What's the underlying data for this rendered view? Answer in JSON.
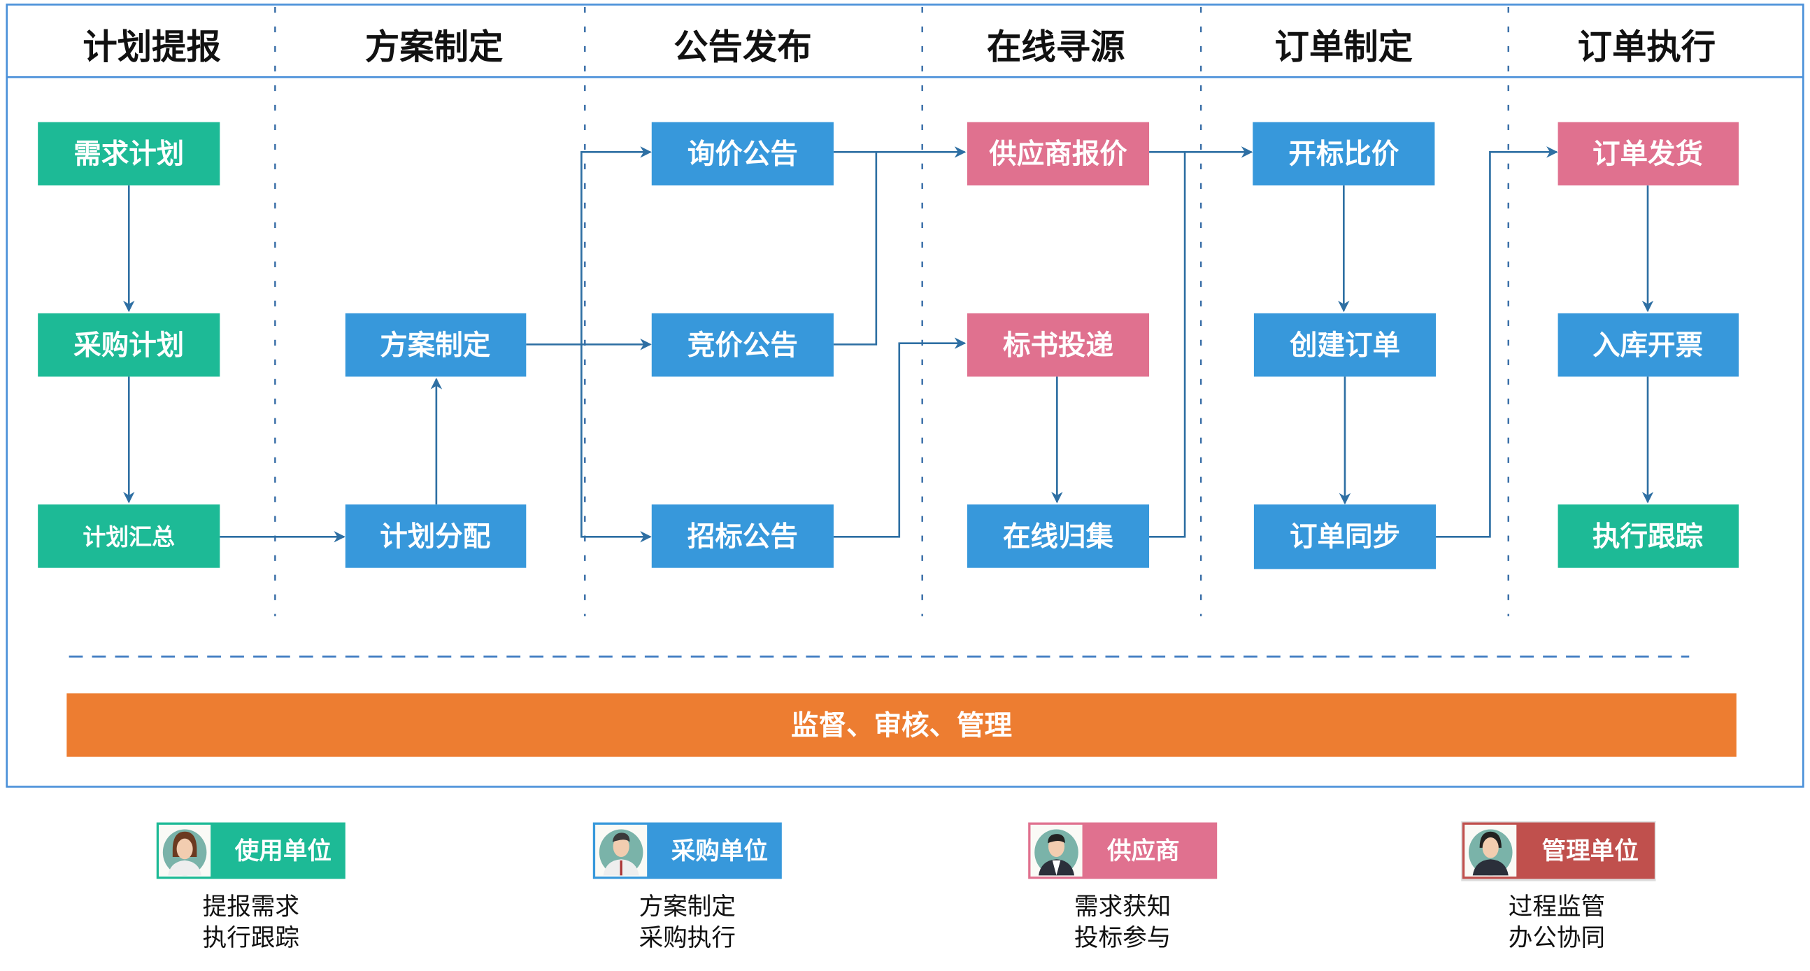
{
  "colors": {
    "green": "#1dba96",
    "blue": "#3798db",
    "pink": "#e0718f",
    "orange": "#ed7d31",
    "manager": "#c0504d",
    "arrow": "#2e6fa3",
    "border": "#4a90d9"
  },
  "columns": [
    "计划提报",
    "方案制定",
    "公告发布",
    "在线寻源",
    "订单制定",
    "订单执行"
  ],
  "nodes": {
    "xuqiu": "需求计划",
    "caigou": "采购计划",
    "huizong": "计划汇总",
    "fangan": "方案制定",
    "fenpei": "计划分配",
    "xunjia": "询价公告",
    "jingjia": "竞价公告",
    "zhaobiao": "招标公告",
    "baojia": "供应商报价",
    "toudi": "标书投递",
    "guiji": "在线归集",
    "kaibiao": "开标比价",
    "chuangjian": "创建订单",
    "tongbu": "订单同步",
    "fahuo": "订单发货",
    "ruku": "入库开票",
    "genzong": "执行跟踪"
  },
  "bottom_bar": "监督、审核、管理",
  "roles": [
    {
      "label": "使用单位",
      "line1": "提报需求",
      "line2": "执行跟踪"
    },
    {
      "label": "采购单位",
      "line1": "方案制定",
      "line2": "采购执行"
    },
    {
      "label": "供应商",
      "line1": "需求获知",
      "line2": "投标参与"
    },
    {
      "label": "管理单位",
      "line1": "过程监管",
      "line2": "办公协同"
    }
  ]
}
